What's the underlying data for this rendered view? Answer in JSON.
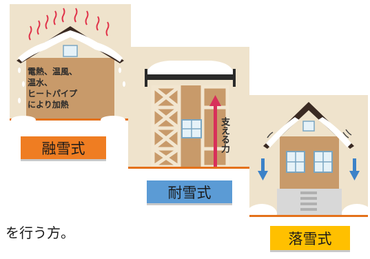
{
  "panels": {
    "melt": {
      "label": "融雪式",
      "note": "電熱、温風、\n温水、\nヒートパイプ\nにより加熱",
      "label_color": "#ef7d22"
    },
    "resist": {
      "label": "耐雪式",
      "support_text": "支える力",
      "label_color": "#5b9bd5"
    },
    "drop": {
      "label": "落雪式",
      "label_color": "#ffc000"
    }
  },
  "body_text": "を行う方。",
  "colors": {
    "panel_bg": "#efe3cc",
    "house_wall": "#c89a6a",
    "roof_dark": "#3a2a22",
    "snow": "#ffffff",
    "ground": "#e4711a",
    "heat_lines": "#e0334a",
    "arrow_blue": "#3c82c8",
    "arrow_red": "#d8305a"
  }
}
